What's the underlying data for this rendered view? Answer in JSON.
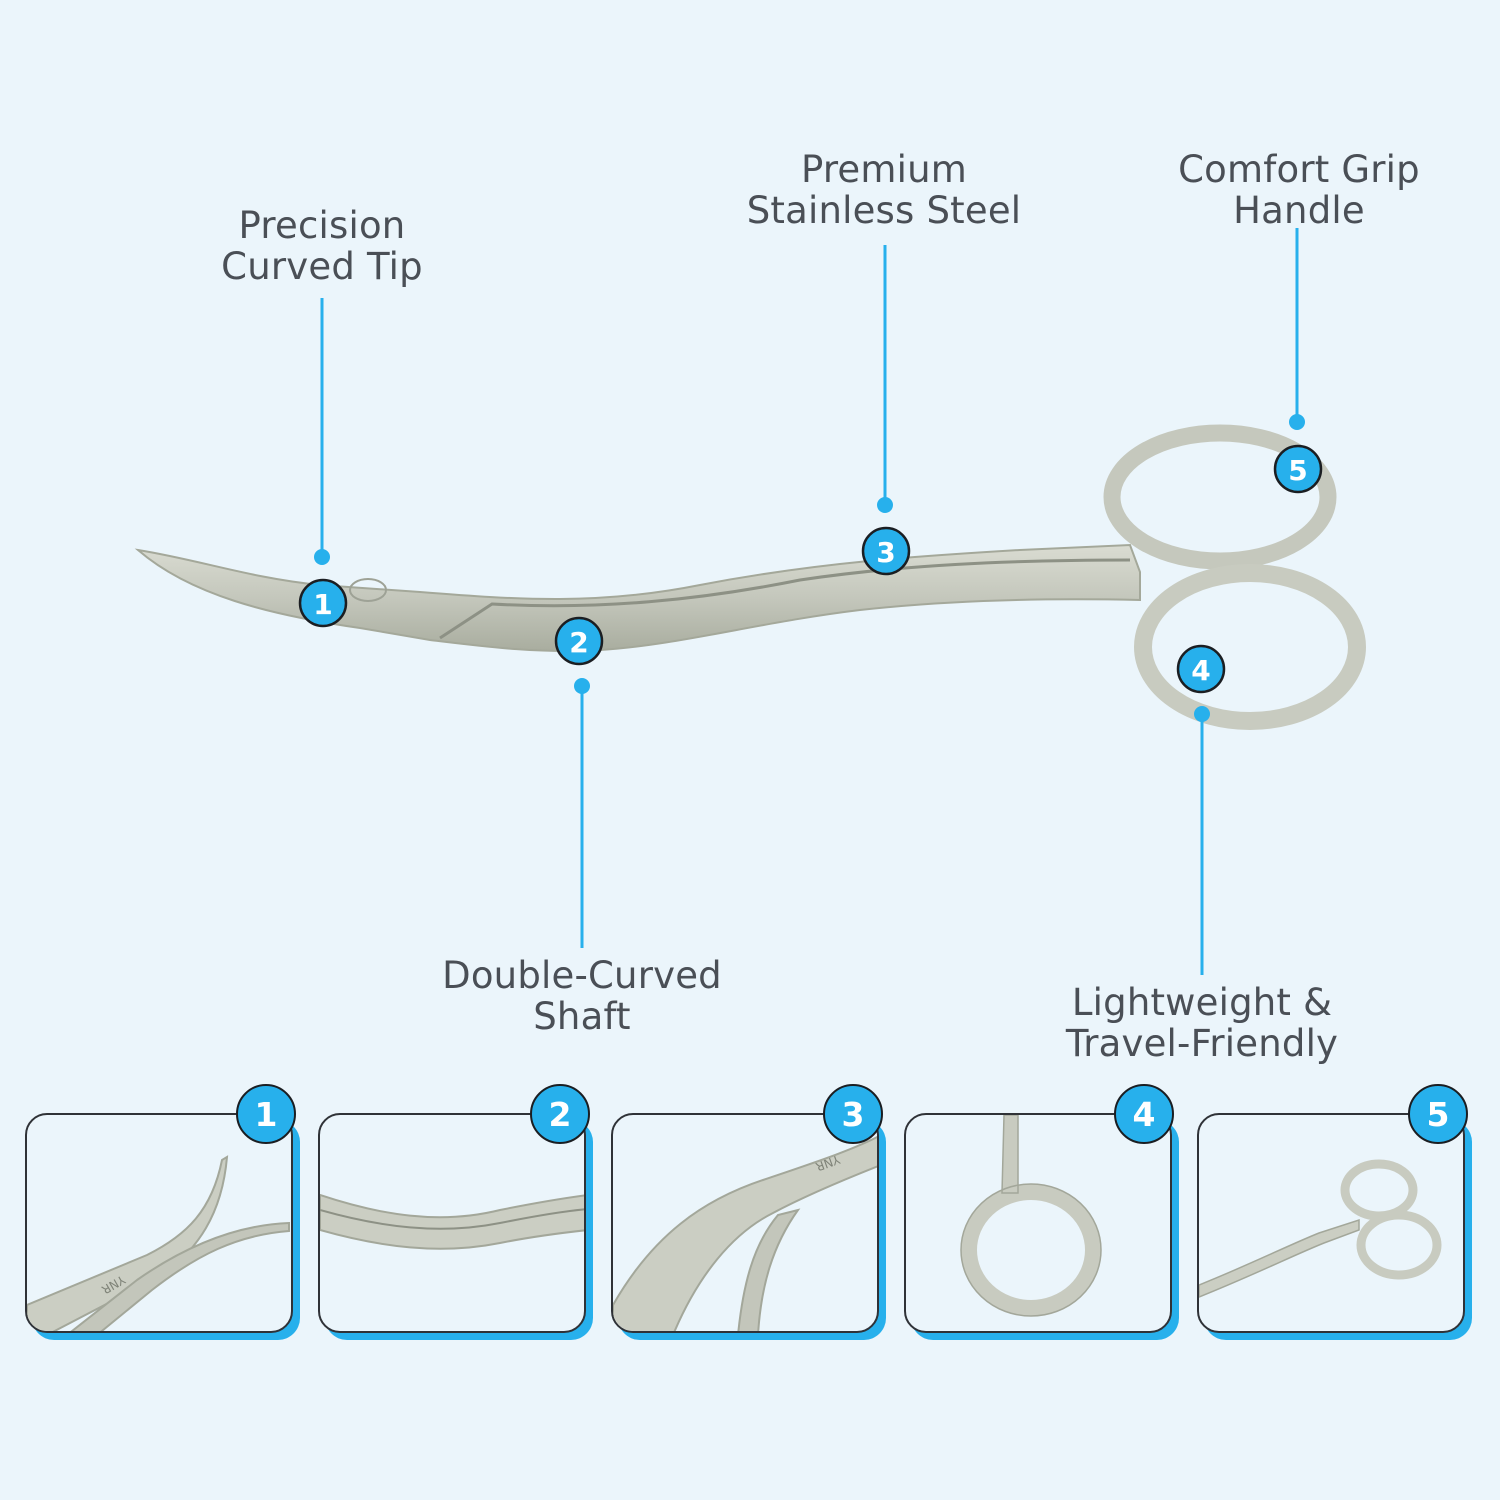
{
  "colors": {
    "background": "#ebf5fb",
    "accent": "#27b0ec",
    "text": "#4a4f56",
    "steel": "#c8cbc0"
  },
  "callouts": [
    {
      "number": "1",
      "line1": "Precision",
      "line2": "Curved Tip"
    },
    {
      "number": "2",
      "line1": "Double-Curved",
      "line2": "Shaft"
    },
    {
      "number": "3",
      "line1": "Premium",
      "line2": "Stainless Steel"
    },
    {
      "number": "4",
      "line1": "Lightweight &",
      "line2": "Travel-Friendly"
    },
    {
      "number": "5",
      "line1": "Comfort Grip",
      "line2": "Handle"
    }
  ],
  "detail_panels": [
    {
      "number": "1",
      "view": "curved-tip-closeup",
      "engraving": "YNR"
    },
    {
      "number": "2",
      "view": "shaft-closeup"
    },
    {
      "number": "3",
      "view": "blade-pivot-closeup",
      "engraving": "YNR"
    },
    {
      "number": "4",
      "view": "finger-ring-closeup"
    },
    {
      "number": "5",
      "view": "full-scissors-view"
    }
  ]
}
